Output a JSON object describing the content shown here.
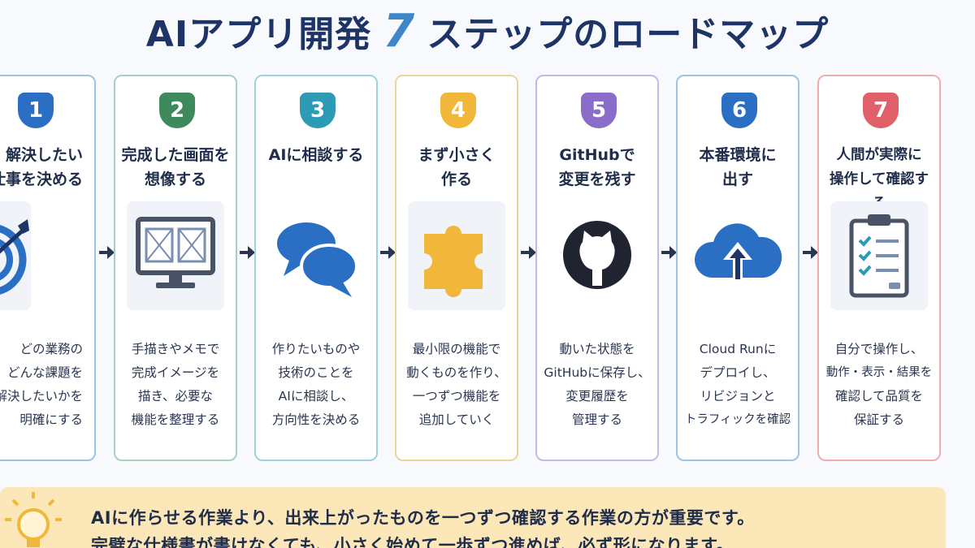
{
  "title": {
    "prefix": "AIアプリ開発",
    "number": "7",
    "suffix": "ステップのロードマップ"
  },
  "steps": [
    {
      "num": "1",
      "title": [
        "解決したい",
        "仕事を決める"
      ],
      "icon": "target-icon",
      "desc": [
        "どの業務の",
        "どんな課題を",
        "解決したいかを",
        "明確にする"
      ],
      "color": "#2a6fc4",
      "border": "#9dc4e3"
    },
    {
      "num": "2",
      "title": [
        "完成した画面を",
        "想像する"
      ],
      "icon": "monitor-wireframe-icon",
      "desc": [
        "手描きやメモで",
        "完成イメージを",
        "描き、必要な",
        "機能を整理する"
      ],
      "color": "#3f8a5c",
      "border": "#a7d0c0"
    },
    {
      "num": "3",
      "title": [
        "AIに相談する"
      ],
      "icon": "chat-bubbles-icon",
      "desc": [
        "作りたいものや",
        "技術のことを",
        "AIに相談し、",
        "方向性を決める"
      ],
      "color": "#2d9bb5",
      "border": "#9ed3de"
    },
    {
      "num": "4",
      "title": [
        "まず小さく",
        "作る"
      ],
      "icon": "puzzle-piece-icon",
      "desc": [
        "最小限の機能で",
        "動くものを作り、",
        "一つずつ機能を",
        "追加していく"
      ],
      "color": "#f1b73a",
      "border": "#ecd59b"
    },
    {
      "num": "5",
      "title": [
        "GitHubで",
        "変更を残す"
      ],
      "icon": "github-icon",
      "desc": [
        "動いた状態を",
        "GitHubに保存し、",
        "変更履歴を",
        "管理する"
      ],
      "color": "#8a6cc9",
      "border": "#c7b8e6"
    },
    {
      "num": "6",
      "title": [
        "本番環境に",
        "出す"
      ],
      "icon": "cloud-upload-icon",
      "desc": [
        "Cloud Runに",
        "デプロイし、",
        "リビジョンと",
        "トラフィックを確認"
      ],
      "color": "#2a6fc4",
      "border": "#9dc4e3"
    },
    {
      "num": "7",
      "title": [
        "人間が実際に",
        "操作して確認する"
      ],
      "icon": "clipboard-checklist-icon",
      "desc": [
        "自分で操作し、",
        "動作・表示・結果を",
        "確認して品質を",
        "保証する"
      ],
      "color": "#e0606a",
      "border": "#efadb1"
    }
  ],
  "note": {
    "line1": "AIに作らせる作業より、出来上がったものを一つずつ確認する作業の方が重要です。",
    "line2": "完璧な仕様書が書けなくても、小さく始めて一歩ずつ進めば、必ず形になります。"
  },
  "icons": {
    "arrow": "arrow-right-icon",
    "bulb": "lightbulb-icon"
  }
}
